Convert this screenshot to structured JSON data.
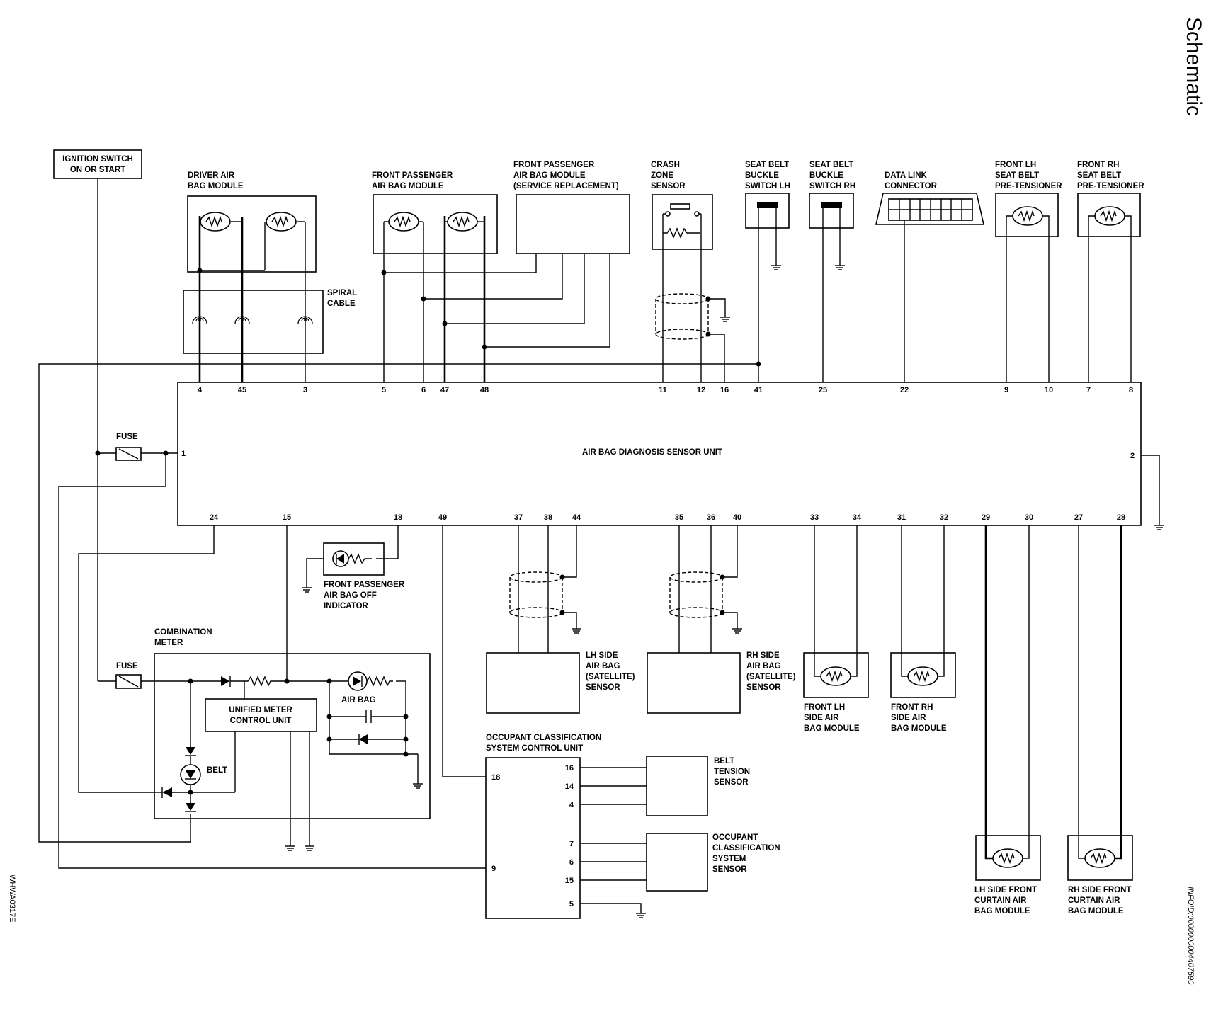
{
  "page": {
    "section_title": "Schematic",
    "info_id": "INFOID:0000000004407590",
    "figure_id": "WHWA0317E"
  },
  "components": {
    "ignition_switch": [
      "IGNITION SWITCH",
      "ON OR START"
    ],
    "driver_air_bag_module": [
      "DRIVER AIR",
      "BAG MODULE"
    ],
    "spiral_cable": [
      "SPIRAL",
      "CABLE"
    ],
    "front_passenger_air_bag_module": [
      "FRONT PASSENGER",
      "AIR BAG MODULE"
    ],
    "front_passenger_air_bag_module_service": [
      "FRONT PASSENGER",
      "AIR BAG MODULE",
      "(SERVICE REPLACEMENT)"
    ],
    "crash_zone_sensor": [
      "CRASH",
      "ZONE",
      "SENSOR"
    ],
    "seat_belt_buckle_switch_lh": [
      "SEAT BELT",
      "BUCKLE",
      "SWITCH LH"
    ],
    "seat_belt_buckle_switch_rh": [
      "SEAT BELT",
      "BUCKLE",
      "SWITCH RH"
    ],
    "data_link_connector": [
      "DATA LINK",
      "CONNECTOR"
    ],
    "front_lh_pretensioner": [
      "FRONT LH",
      "SEAT BELT",
      "PRE-TENSIONER"
    ],
    "front_rh_pretensioner": [
      "FRONT RH",
      "SEAT BELT",
      "PRE-TENSIONER"
    ],
    "diagnosis_unit": "AIR BAG DIAGNOSIS SENSOR UNIT",
    "fuse_upper": "FUSE",
    "fuse_lower": "FUSE",
    "passenger_off_indicator": [
      "FRONT PASSENGER",
      "AIR BAG OFF",
      "INDICATOR"
    ],
    "combination_meter": [
      "COMBINATION",
      "METER"
    ],
    "unified_meter": [
      "UNIFIED METER",
      "CONTROL UNIT"
    ],
    "air_bag_lamp": "AIR BAG",
    "belt_lamp": "BELT",
    "lh_side_sensor": [
      "LH SIDE",
      "AIR BAG",
      "(SATELLITE)",
      "SENSOR"
    ],
    "rh_side_sensor": [
      "RH SIDE",
      "AIR BAG",
      "(SATELLITE)",
      "SENSOR"
    ],
    "front_lh_side_module": [
      "FRONT LH",
      "SIDE AIR",
      "BAG MODULE"
    ],
    "front_rh_side_module": [
      "FRONT RH",
      "SIDE AIR",
      "BAG MODULE"
    ],
    "occupant_control_unit": [
      "OCCUPANT CLASSIFICATION",
      "SYSTEM CONTROL UNIT"
    ],
    "belt_tension_sensor": [
      "BELT",
      "TENSION",
      "SENSOR"
    ],
    "occupant_sensor": [
      "OCCUPANT",
      "CLASSIFICATION",
      "SYSTEM",
      "SENSOR"
    ],
    "lh_curtain_module": [
      "LH SIDE FRONT",
      "CURTAIN AIR",
      "BAG MODULE"
    ],
    "rh_curtain_module": [
      "RH SIDE FRONT",
      "CURTAIN AIR",
      "BAG MODULE"
    ]
  },
  "pins": {
    "top": [
      "4",
      "45",
      "3",
      "5",
      "6",
      "47",
      "48",
      "11",
      "12",
      "16",
      "41",
      "25",
      "22",
      "9",
      "10",
      "7",
      "8"
    ],
    "left": "1",
    "right": "2",
    "bottom": [
      "24",
      "15",
      "18",
      "49",
      "37",
      "38",
      "44",
      "35",
      "36",
      "40",
      "33",
      "34",
      "31",
      "32",
      "29",
      "30",
      "27",
      "28"
    ],
    "occupant_unit_left": [
      "18",
      "9"
    ],
    "occupant_unit_right": [
      "16",
      "14",
      "4",
      "7",
      "6",
      "15",
      "5"
    ]
  }
}
